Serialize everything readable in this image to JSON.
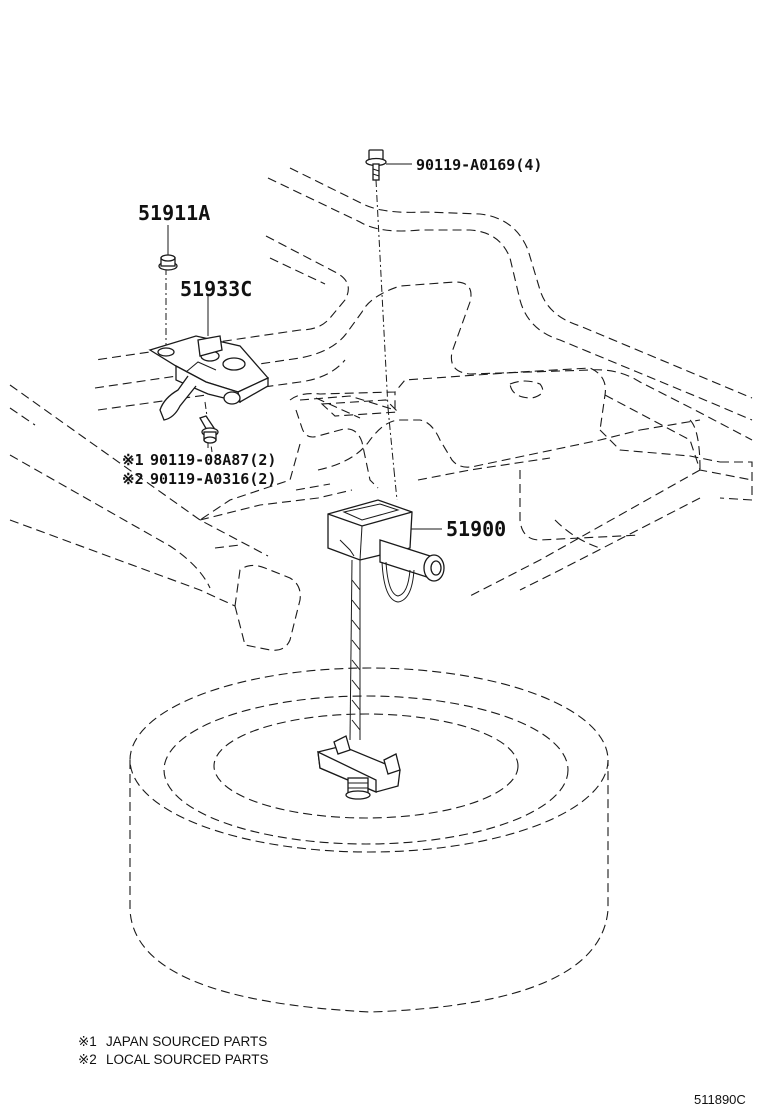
{
  "labels": {
    "bolt_top": "90119-A0169(4)",
    "nut": "51911A",
    "bracket": "51933C",
    "bolt_side_1": "90119-08A87(2)",
    "bolt_side_2": "90119-A0316(2)",
    "carrier": "51900"
  },
  "markers": {
    "m1": "※1",
    "m2": "※2"
  },
  "notes": {
    "n1_marker": "※1",
    "n1_text": "JAPAN SOURCED PARTS",
    "n2_marker": "※2",
    "n2_text": "LOCAL SOURCED PARTS"
  },
  "reference": "511890C"
}
